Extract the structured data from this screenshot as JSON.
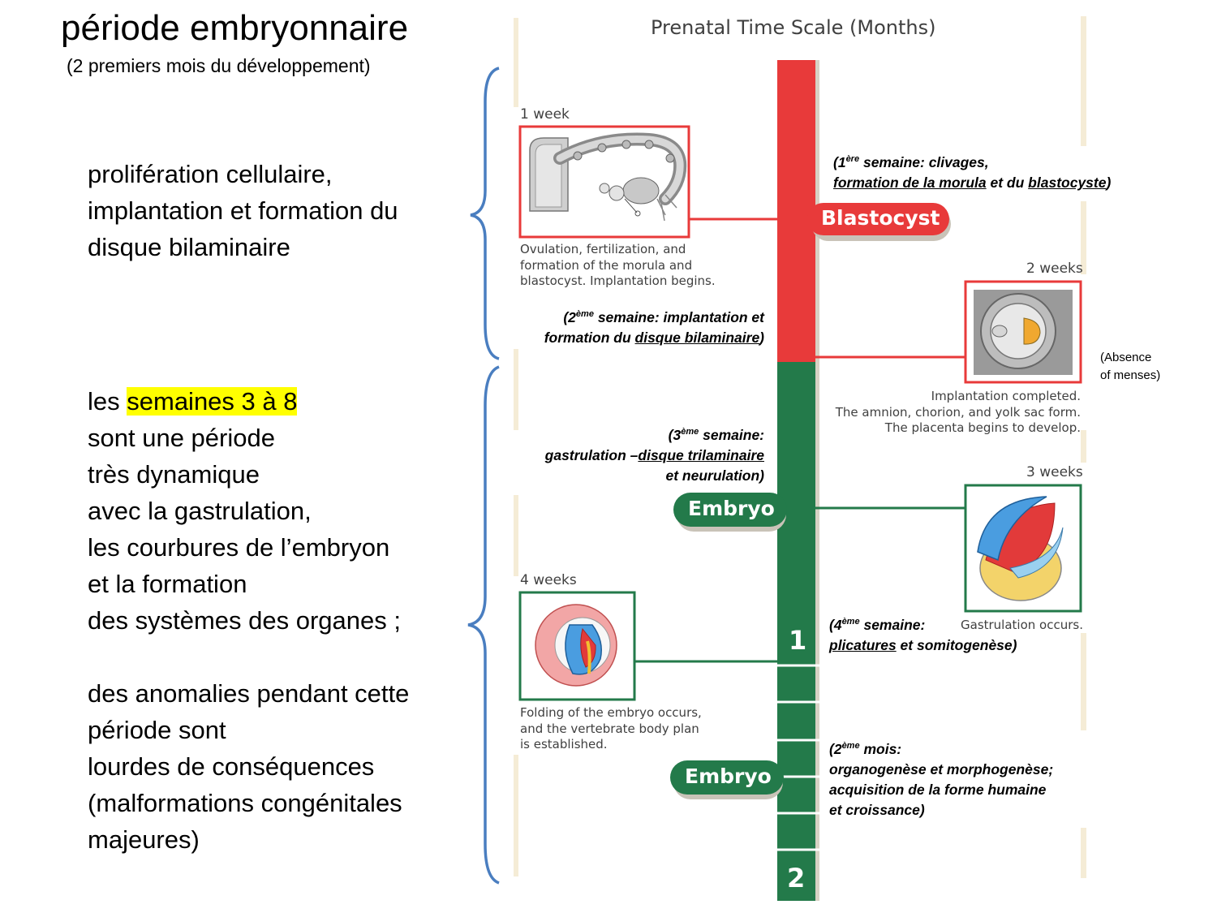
{
  "left": {
    "title": "période embryonnaire",
    "subtitle": "(2 premiers mois du développement)",
    "block1": [
      "prolifération cellulaire,",
      "implantation et formation du",
      "disque bilaminaire"
    ],
    "block2": {
      "line1_prefix": "les ",
      "line1_highlight": "semaines 3 à 8",
      "lines": [
        "sont une période",
        "très dynamique",
        "avec la gastrulation,",
        "les courbures de l’embryon",
        "et la formation",
        "des systèmes des organes ;",
        "",
        "des anomalies pendant cette",
        "période sont",
        "lourdes de conséquences",
        "(malformations congénitales",
        "majeures)"
      ]
    }
  },
  "figure": {
    "title": "Prenatal Time Scale (Months)",
    "weeks": {
      "w1": "1 week",
      "w2": "2 weeks",
      "w3": "3 weeks",
      "w4": "4 weeks"
    },
    "captions": {
      "w1": [
        "Ovulation, fertilization, and",
        "formation of the morula and",
        "blastocyst. Implantation begins."
      ],
      "w2": [
        "Implantation completed.",
        "The amnion, chorion, and yolk sac form.",
        "The placenta begins to develop."
      ],
      "w3": "Gastrulation occurs.",
      "w4": [
        "Folding of the embryo occurs,",
        "and the vertebrate body plan",
        "is established."
      ]
    },
    "stages": {
      "blastocyst": "Blastocyst",
      "embryo1": "Embryo",
      "embryo2": "Embryo"
    },
    "scale_numbers": {
      "m1": "1",
      "m2": "2"
    },
    "colors": {
      "red": "#e83a3a",
      "green": "#237a4a",
      "blue_brace": "#4a7ec0",
      "highlight": "#ffff00"
    }
  },
  "notes": {
    "n1": {
      "a": "(1",
      "a_sup": "ère",
      "a_rest": " semaine: clivages,",
      "b1": "formation de la morula",
      "b2": " et du ",
      "b3": "blastocyste",
      "b4": ")"
    },
    "n2": {
      "a": "(2",
      "a_sup": "ème",
      "a_rest": " semaine: implantation et",
      "b1": "formation du ",
      "b2": "disque bilaminaire",
      "b3": ")"
    },
    "n3": {
      "a": "(3",
      "a_sup": "ème",
      "a_rest": " semaine:",
      "b1": "gastrulation –",
      "b2": "disque trilaminaire",
      "c": "et neurulation)"
    },
    "n4": {
      "a": "(4",
      "a_sup": "ème",
      "a_rest": " semaine:",
      "b1": "plicatures",
      "b2": " et somitogenèse)"
    },
    "n5": {
      "a": "(2",
      "a_sup": "ème",
      "a_rest": " mois:",
      "b": "organogenèse et morphogenèse;",
      "c": "acquisition de la forme humaine",
      "d": "et croissance)"
    },
    "absence": [
      "(Absence",
      "of menses)"
    ]
  }
}
